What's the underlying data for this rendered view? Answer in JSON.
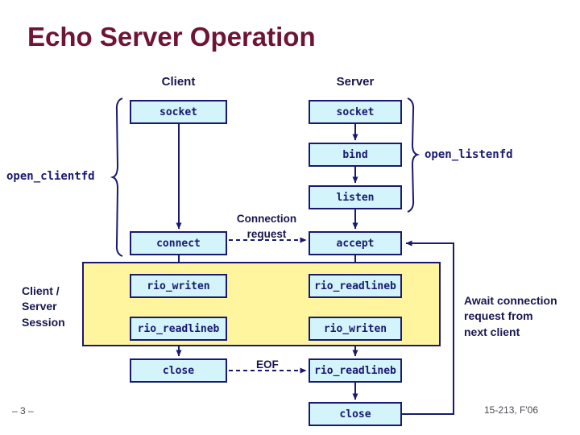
{
  "slide": {
    "title": "Echo Server Operation",
    "footer_left": "– 3 –",
    "footer_right": "15-213, F'06"
  },
  "columns": {
    "client_header": "Client",
    "server_header": "Server"
  },
  "client_boxes": {
    "socket": "socket",
    "connect": "connect",
    "rio_writen": "rio_writen",
    "rio_readlineb": "rio_readlineb",
    "close": "close"
  },
  "server_boxes": {
    "socket": "socket",
    "bind": "bind",
    "listen": "listen",
    "accept": "accept",
    "rio_readlineb1": "rio_readlineb",
    "rio_writen": "rio_writen",
    "rio_readlineb2": "rio_readlineb",
    "close": "close"
  },
  "labels": {
    "open_clientfd": "open_clientfd",
    "open_listenfd": "open_listenfd",
    "connection_request": [
      "Connection",
      "request"
    ],
    "eof": "EOF",
    "session": [
      "Client /",
      "Server",
      "Session"
    ],
    "await": [
      "Await connection",
      "request from",
      "next client"
    ]
  },
  "colors": {
    "title_maroon": "#6E1435",
    "navy": "#191970",
    "box_fill": "#D2F4FA",
    "session_fill": "#FFF59E"
  }
}
